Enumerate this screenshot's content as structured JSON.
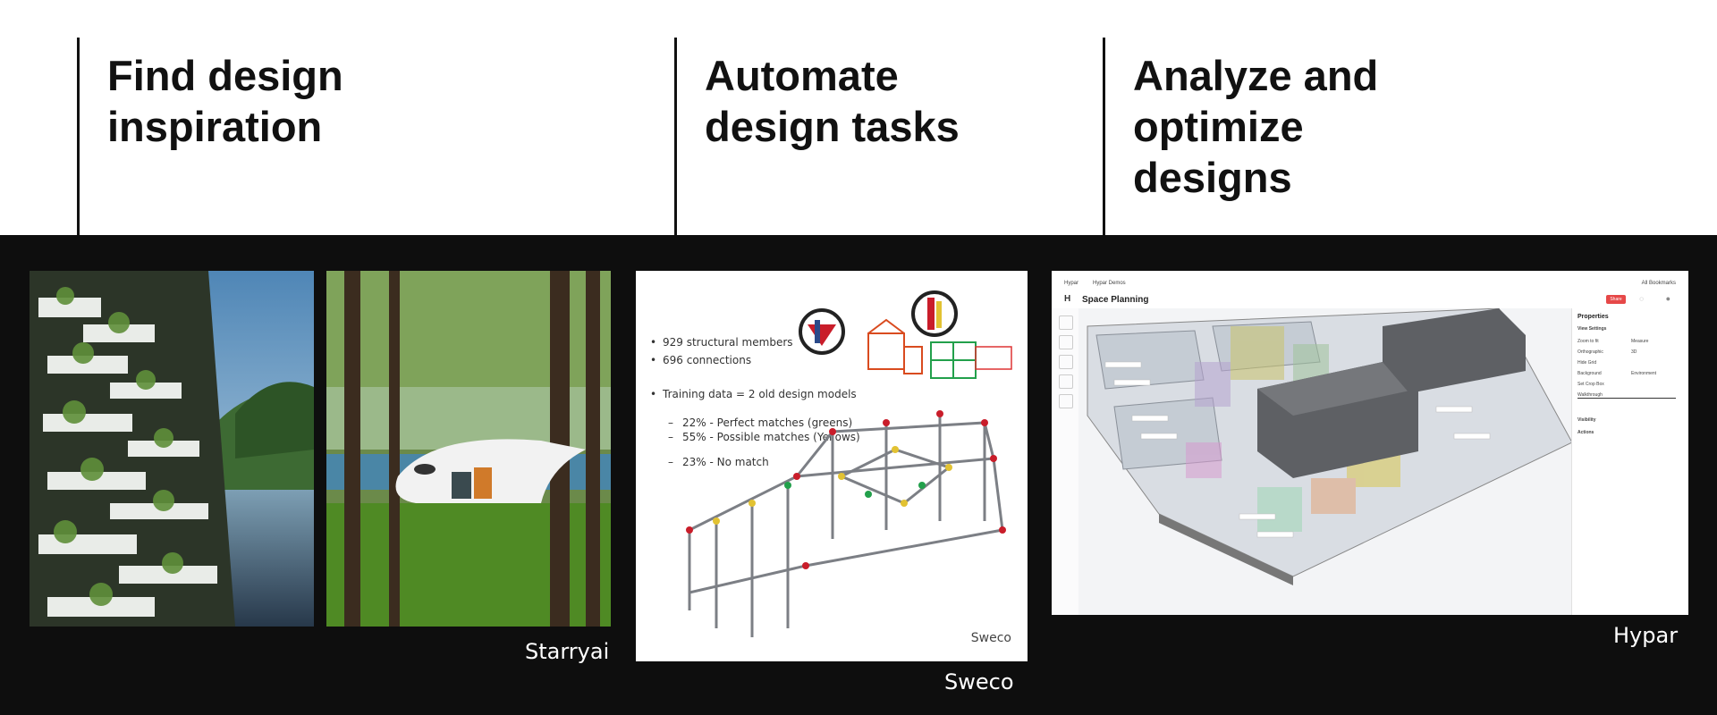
{
  "sections": [
    {
      "heading": "Find design\ninspiration"
    },
    {
      "heading": "Automate\ndesign tasks"
    },
    {
      "heading": "Analyze and\noptimize\ndesigns"
    }
  ],
  "captions": {
    "starryai": "Starryai",
    "sweco": "Sweco",
    "hypar": "Hypar"
  },
  "sweco_panel": {
    "bullets": [
      "929 structural members",
      "696 connections",
      "Training data =  2 old design models"
    ],
    "subs": [
      "22% - Perfect matches (greens)",
      "55% - Possible matches (Yellows)",
      "23% - No match"
    ],
    "watermark": "Sweco"
  },
  "hypar_app": {
    "breadcrumbs": [
      "Hypar",
      "Hypar Demos"
    ],
    "bookmarks": "All Bookmarks",
    "title": "Space Planning",
    "share": "Share",
    "properties": {
      "heading": "Properties",
      "view_settings": "View Settings",
      "rows": [
        "Zoom to fit",
        "Measure",
        "Orthographic",
        "3D",
        "Hide Grid",
        "Background",
        "Environment",
        "Set Crop Box",
        "Walkthrough"
      ],
      "visibility": "Visibility",
      "actions": "Actions"
    }
  },
  "colors": {
    "dark_bg": "#0e0e0e",
    "text_dark": "#111111",
    "share_red": "#e64848"
  }
}
